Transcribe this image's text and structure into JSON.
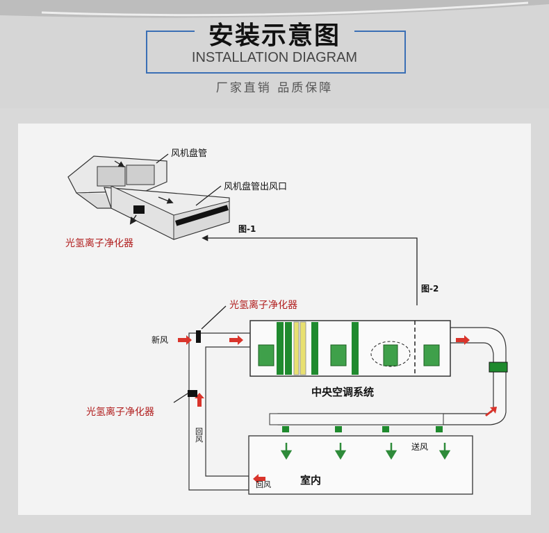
{
  "header": {
    "title": "安装示意图",
    "subtitle": "INSTALLATION DIAGRAM",
    "tagline": "厂家直销    品质保障"
  },
  "diagram": {
    "fan_coil_label": "风机盘管",
    "fan_coil_outlet_label": "风机盘管出风口",
    "purifier_label_1": "光氢离子净化器",
    "fig1_label": "图-1",
    "fig2_label": "图-2",
    "purifier_label_2": "光氢离子净化器",
    "fresh_air_label": "新风",
    "central_ac_label": "中央空调系统",
    "purifier_label_3": "光氢离子净化器",
    "return_air_label": "回风",
    "supply_air_label": "送风",
    "indoor_label": "室内",
    "return_air_label_2": "回风"
  },
  "colors": {
    "accent_blue": "#3a6fb5",
    "label_red": "#b01c1c",
    "arrow_red": "#d9342b",
    "green": "#1f8a2e",
    "duct_fill": "#f7f7f7"
  }
}
